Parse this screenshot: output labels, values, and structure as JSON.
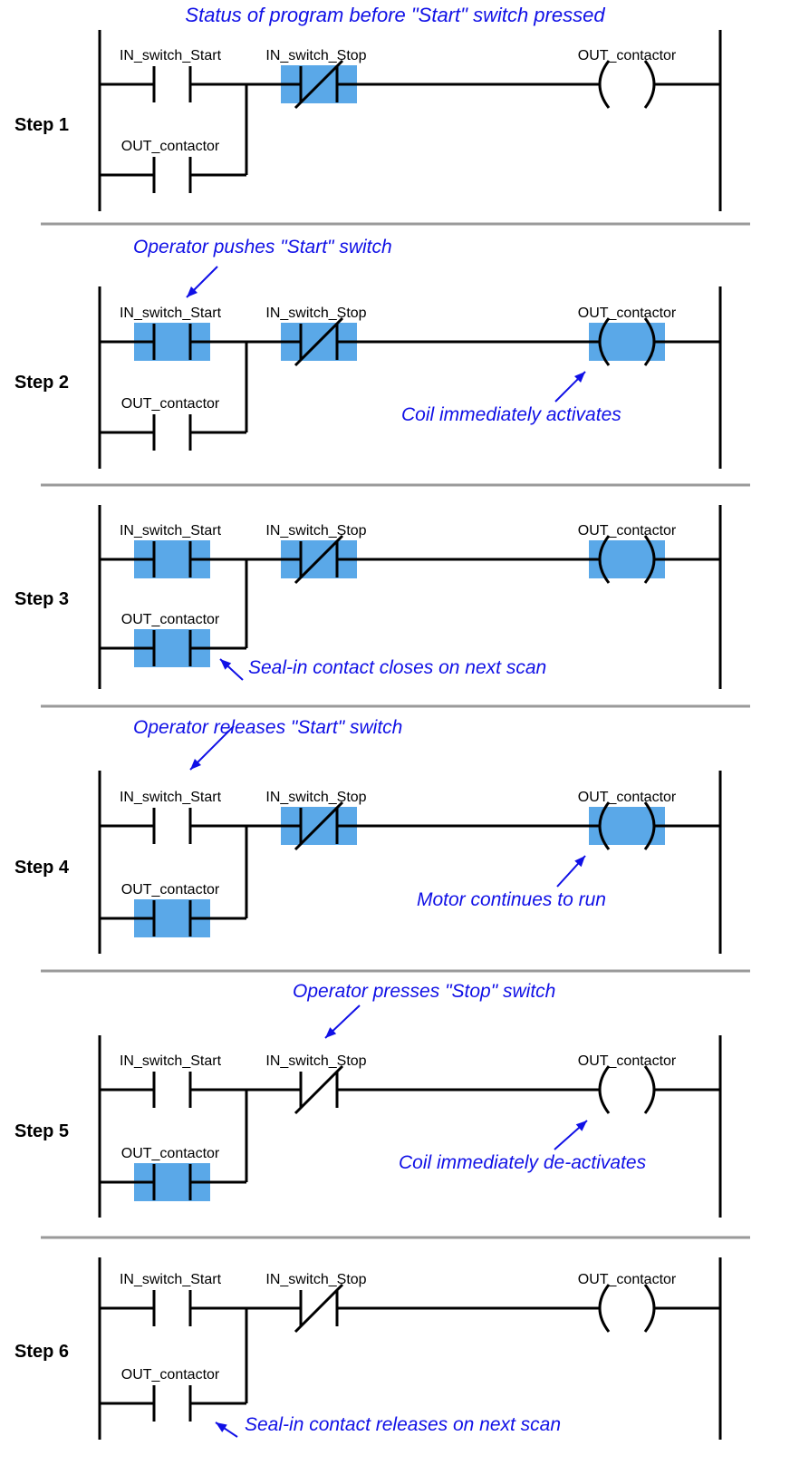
{
  "colors": {
    "highlight": "#5AA8E8",
    "annotation": "#1010E6",
    "line": "#000000",
    "divider": "#9A9A9A",
    "background": "#FFFFFF"
  },
  "steps": [
    {
      "label": "Step 1",
      "title": "Status of program before \"Start\" switch pressed",
      "contacts": {
        "start": "IN_switch_Start",
        "stop": "IN_switch_Stop",
        "coil": "OUT_contactor",
        "seal": "OUT_contactor"
      },
      "states": {
        "start": "off",
        "stop": "on",
        "coil": "off",
        "seal": "off"
      }
    },
    {
      "label": "Step 2",
      "title": "Operator pushes \"Start\" switch",
      "annotation": "Coil immediately activates",
      "contacts": {
        "start": "IN_switch_Start",
        "stop": "IN_switch_Stop",
        "coil": "OUT_contactor",
        "seal": "OUT_contactor"
      },
      "states": {
        "start": "on",
        "stop": "on",
        "coil": "on",
        "seal": "off"
      }
    },
    {
      "label": "Step 3",
      "annotation": "Seal-in contact closes on next scan",
      "contacts": {
        "start": "IN_switch_Start",
        "stop": "IN_switch_Stop",
        "coil": "OUT_contactor",
        "seal": "OUT_contactor"
      },
      "states": {
        "start": "on",
        "stop": "on",
        "coil": "on",
        "seal": "on"
      }
    },
    {
      "label": "Step 4",
      "title": "Operator releases \"Start\" switch",
      "annotation": "Motor continues to run",
      "contacts": {
        "start": "IN_switch_Start",
        "stop": "IN_switch_Stop",
        "coil": "OUT_contactor",
        "seal": "OUT_contactor"
      },
      "states": {
        "start": "off",
        "stop": "on",
        "coil": "on",
        "seal": "on"
      }
    },
    {
      "label": "Step 5",
      "title": "Operator presses \"Stop\" switch",
      "annotation": "Coil immediately de-activates",
      "contacts": {
        "start": "IN_switch_Start",
        "stop": "IN_switch_Stop",
        "coil": "OUT_contactor",
        "seal": "OUT_contactor"
      },
      "states": {
        "start": "off",
        "stop": "off",
        "coil": "off",
        "seal": "on"
      }
    },
    {
      "label": "Step 6",
      "annotation": "Seal-in contact releases on next scan",
      "contacts": {
        "start": "IN_switch_Start",
        "stop": "IN_switch_Stop",
        "coil": "OUT_contactor",
        "seal": "OUT_contactor"
      },
      "states": {
        "start": "off",
        "stop": "off",
        "coil": "off",
        "seal": "off"
      }
    }
  ]
}
